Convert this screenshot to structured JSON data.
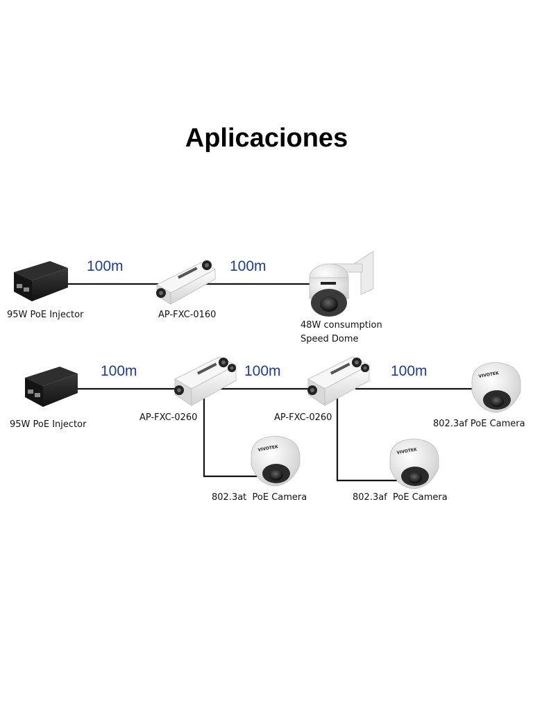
{
  "title": "Aplicaciones",
  "brand_marks": {
    "camera_logo": "VIVOTEK"
  },
  "row1": {
    "injector_label": "95W PoE Injector",
    "extender_label": "AP-FXC-0160",
    "camera_label_line1": "48W consumption",
    "camera_label_line2": "Speed Dome",
    "distance_1": "100m",
    "distance_2": "100m"
  },
  "row2": {
    "injector_label": "95W PoE Injector",
    "extender1_label": "AP-FXC-0260",
    "extender2_label": "AP-FXC-0260",
    "camera_end_label": "802.3af PoE Camera",
    "camera_branch1_label": "802.3at  PoE Camera",
    "camera_branch2_label": "802.3af  PoE Camera",
    "distance_1": "100m",
    "distance_2": "100m",
    "distance_3": "100m"
  },
  "colors": {
    "distance_text": "#1f3c93",
    "cable": "#111111",
    "injector_body": "#1c1c1c",
    "device_body": "#f2f2f2"
  },
  "icons": {
    "injector": "poe-injector-icon",
    "extender": "poe-extender-icon",
    "speed_dome": "speed-dome-camera-icon",
    "dome": "dome-camera-icon"
  }
}
